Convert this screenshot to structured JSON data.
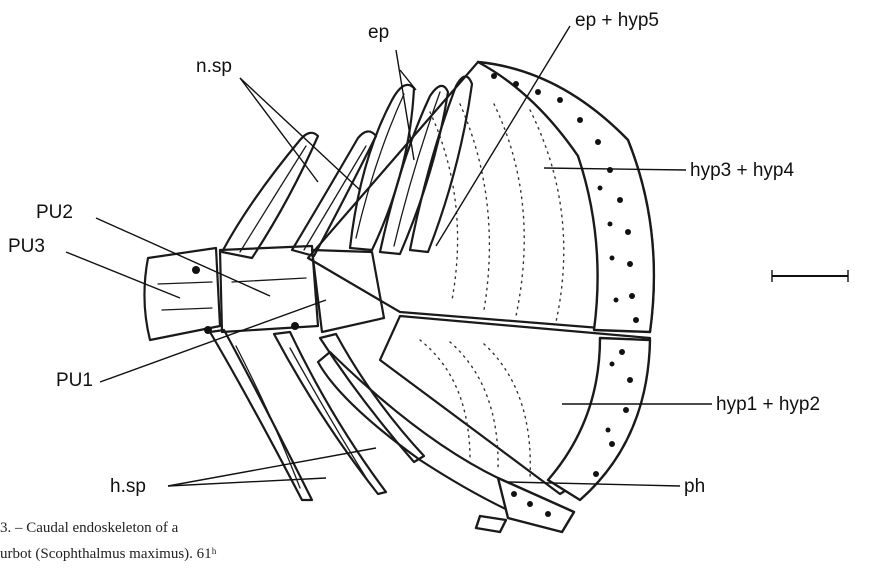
{
  "labels": {
    "ep": "ep",
    "ep_hyp5": "ep + hyp5",
    "n_sp": "n.sp",
    "hyp3_hyp4": "hyp3 + hyp4",
    "pu2": "PU2",
    "pu3": "PU3",
    "pu1": "PU1",
    "hyp1_hyp2": "hyp1 + hyp2",
    "h_sp": "h.sp",
    "ph": "ph"
  },
  "caption": {
    "line1": "3. – Caudal endoskeleton of a",
    "line2": "urbot (Scophthalmus maximus). 61ʰ"
  }
}
